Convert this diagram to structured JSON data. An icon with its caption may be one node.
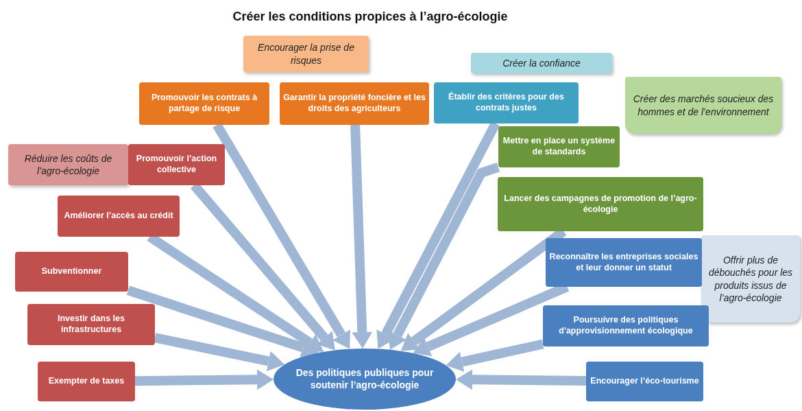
{
  "diagram": {
    "title": "Créer les conditions propices à l’agro-écologie",
    "nodes": [
      {
        "text": [
          "Des politiques publiques pour soutenir l’agro-écologie"
        ]
      },
      {
        "text": [
          "Encourager la prise de risques"
        ]
      },
      {
        "text": [
          "Créer la confiance"
        ]
      },
      {
        "text": [
          "Créer des marchés soucieux des hommes et de l’environnement"
        ]
      },
      {
        "text": [
          "Réduire les coûts de l’agro-écologie"
        ]
      },
      {
        "text": [
          "Offrir plus de débouchés pour les produits issus de l’agro-écologie"
        ]
      },
      {
        "text": [
          "Promouvoir les contrats à partage de risque"
        ]
      },
      {
        "text": [
          "Garantir la propriété foncière et les droits des agriculteurs"
        ]
      },
      {
        "text": [
          "Établir des critères pour des contrats justes"
        ]
      },
      {
        "text": [
          "Mettre en place un système de standards"
        ]
      },
      {
        "text": [
          "Promouvoir l’action collective"
        ]
      },
      {
        "text": [
          "Améliorer l’accès au crédit"
        ]
      },
      {
        "text": [
          "Lancer des campagnes de promotion de l’agro-écologie"
        ]
      },
      {
        "text": [
          "Subventionner"
        ]
      },
      {
        "text": [
          "Reconnaître les entreprises sociales et leur donner un statut"
        ]
      },
      {
        "text": [
          "Investir dans les infrastructures"
        ]
      },
      {
        "text": [
          "Poursuivre des politiques d'approvisionnement écologique"
        ]
      },
      {
        "text": [
          "Exempter de taxes"
        ]
      },
      {
        "text": [
          "Encourager l’éco-tourisme"
        ]
      }
    ],
    "edges": [
      {
        "from": 6,
        "to": 0,
        "arrow": "to"
      },
      {
        "from": 7,
        "to": 0,
        "arrow": "to"
      },
      {
        "from": 8,
        "to": 0,
        "arrow": "to"
      },
      {
        "from": 9,
        "to": 0,
        "arrow": "to"
      },
      {
        "from": 10,
        "to": 0,
        "arrow": "to"
      },
      {
        "from": 11,
        "to": 0,
        "arrow": "to"
      },
      {
        "from": 12,
        "to": 0,
        "arrow": "to"
      },
      {
        "from": 13,
        "to": 0,
        "arrow": "to"
      },
      {
        "from": 14,
        "to": 0,
        "arrow": "to"
      },
      {
        "from": 15,
        "to": 0,
        "arrow": "to"
      },
      {
        "from": 16,
        "to": 0,
        "arrow": "to"
      },
      {
        "from": 17,
        "to": 0,
        "arrow": "to"
      },
      {
        "from": 18,
        "to": 0,
        "arrow": "to"
      }
    ]
  }
}
